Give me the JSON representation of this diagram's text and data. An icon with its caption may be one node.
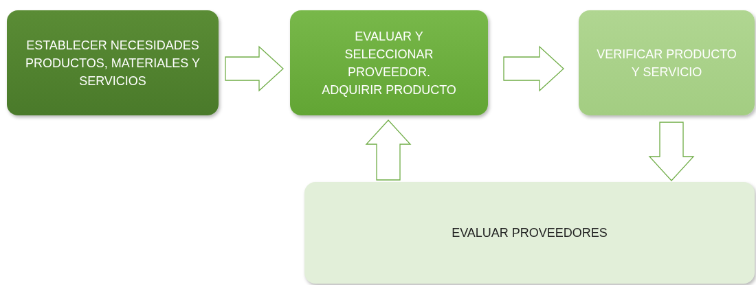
{
  "diagram": {
    "nodes": [
      {
        "text": [
          "ESTABLECER NECESIDADES PRODUCTOS, MATERIALES Y SERVICIOS"
        ]
      },
      {
        "text": [
          "EVALUAR Y SELECCIONAR PROVEEDOR. ADQUIRIR PRODUCTO"
        ]
      },
      {
        "text": [
          "VERIFICAR PRODUCTO Y SERVICIO"
        ]
      },
      {
        "text": [
          "EVALUAR PROVEEDORES"
        ]
      }
    ],
    "edges": [
      {
        "from": 0,
        "to": 1,
        "arrow": "to"
      },
      {
        "from": 1,
        "to": 2,
        "arrow": "to"
      },
      {
        "from": 2,
        "to": 3,
        "arrow": "to"
      },
      {
        "from": 3,
        "to": 1,
        "arrow": "to"
      }
    ]
  }
}
